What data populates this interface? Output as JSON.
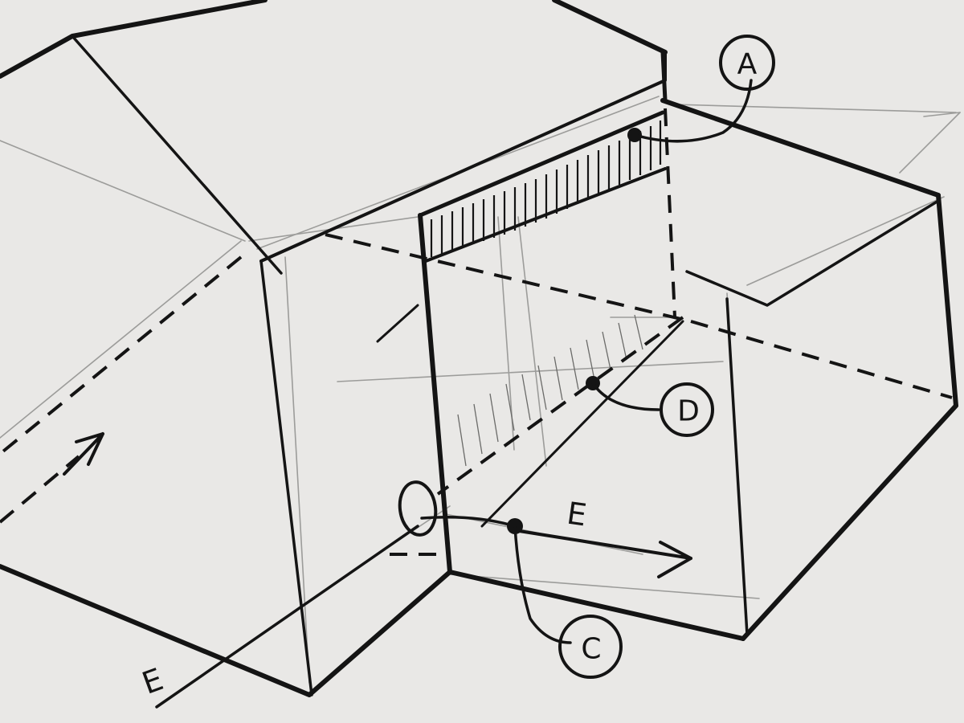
{
  "diagram": {
    "callouts": [
      {
        "id": "a",
        "label": "A"
      },
      {
        "id": "d",
        "label": "D"
      },
      {
        "id": "c",
        "label": "C"
      }
    ],
    "axis_labels": [
      {
        "id": "e-bottom",
        "label": "E"
      },
      {
        "id": "e-middle",
        "label": "E"
      }
    ],
    "colors": {
      "paper": "#e9e8e6",
      "ink": "#141414",
      "pencil": "#9c9c9a"
    }
  }
}
